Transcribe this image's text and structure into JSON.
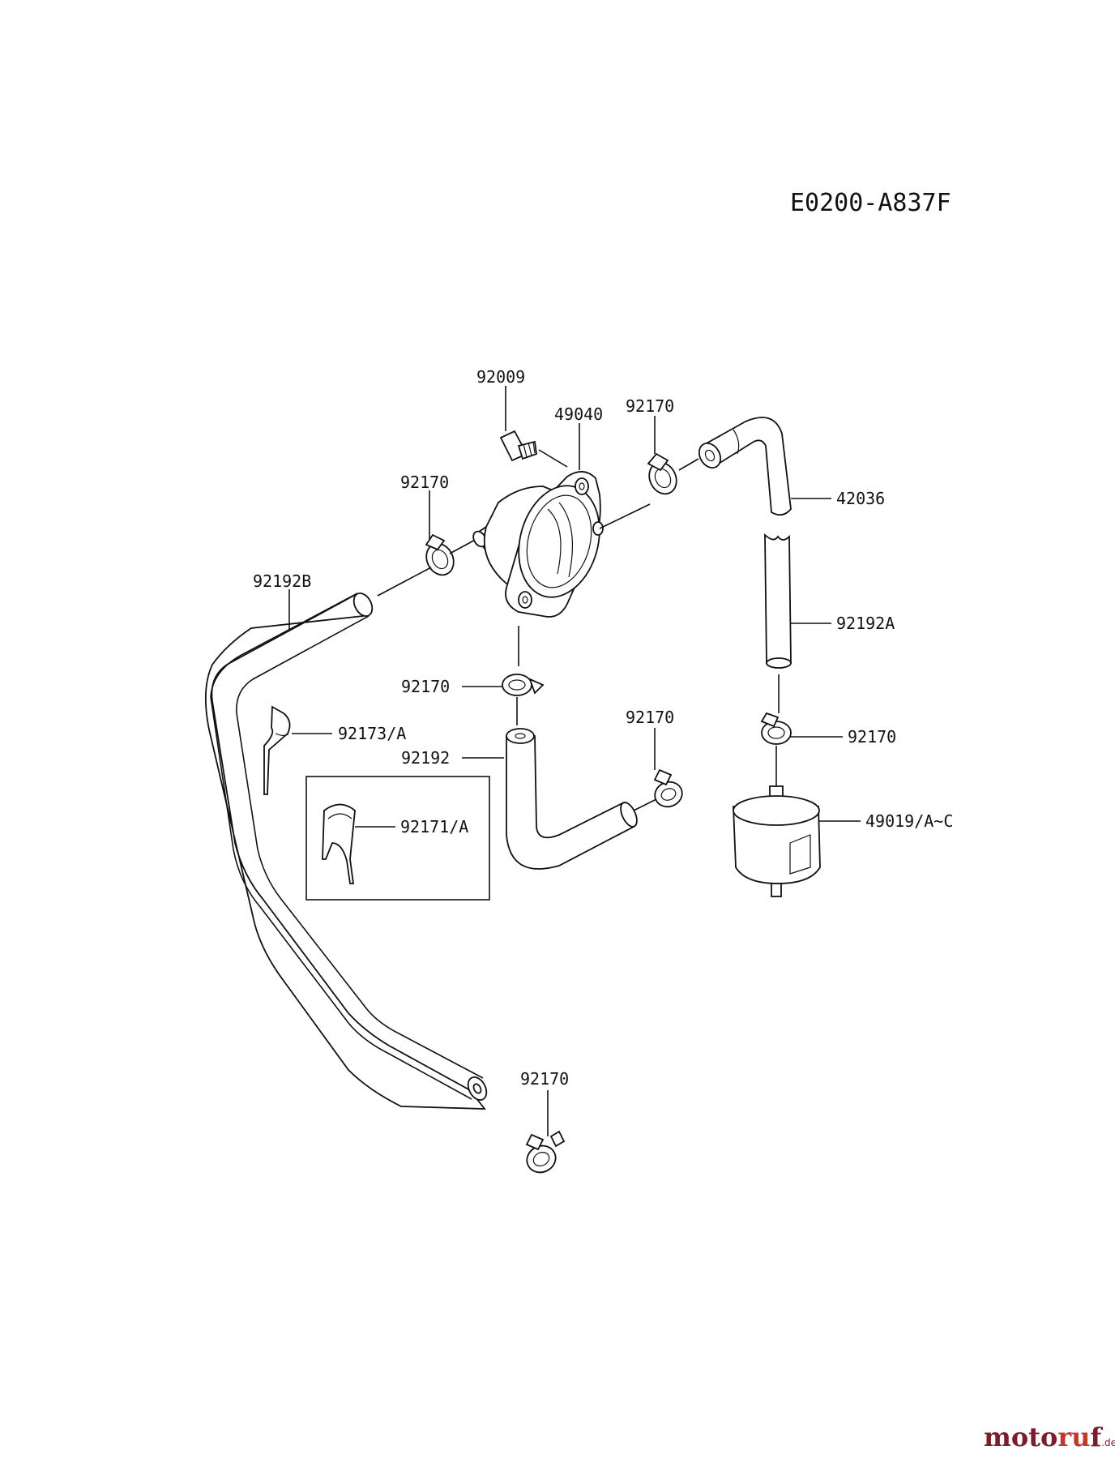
{
  "diagram_code": "E0200-A837F",
  "labels": {
    "bolt": "92009",
    "fuel_pump": "49040",
    "clamp_top": "92170",
    "hose_elbow": "42036",
    "clamp_left": "92170",
    "hose_long": "92192B",
    "hose_straight": "92192A",
    "clamp_mid": "92170",
    "clip": "92173/A",
    "hose_short": "92192",
    "clamp_right_mid": "92170",
    "clamp_filter": "92170",
    "clip_inset": "92171/A",
    "fuel_filter": "49019/A~C",
    "clamp_bottom": "92170"
  },
  "watermark": {
    "part1": "moto",
    "part2": "ru",
    "part3": "f",
    "suffix": ".de"
  }
}
